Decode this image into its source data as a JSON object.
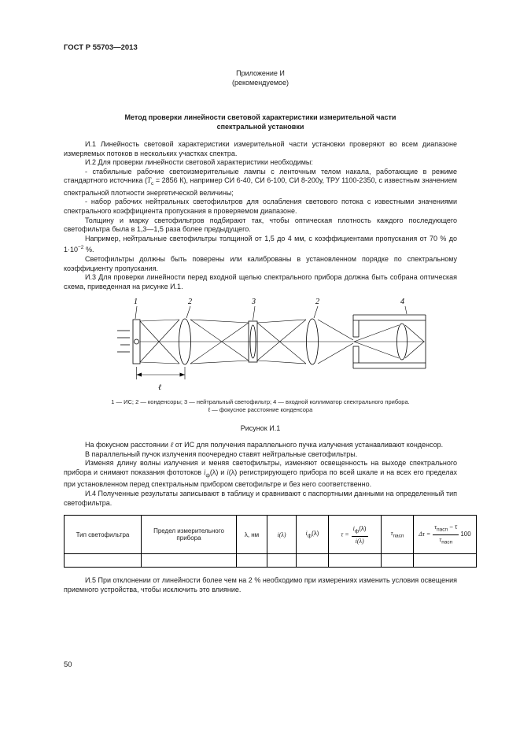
{
  "page": {
    "doc_code": "ГОСТ Р 55703—2013",
    "page_number": "50"
  },
  "appendix": {
    "label": "Приложение И",
    "note": "(рекомендуемое)",
    "title_line1": "Метод проверки линейности световой характеристики измерительной части",
    "title_line2": "спектральной установки"
  },
  "body1": [
    {
      "runs": [
        {
          "t": "И.1 Линейность световой характеристики измерительной части установки проверяют во всем диапазоне измеряемых потоков в нескольких участках спектра."
        }
      ]
    },
    {
      "runs": [
        {
          "t": "И.2 Для проверки линейности световой характеристики необходимы:"
        }
      ]
    },
    {
      "runs": [
        {
          "t": "- стабильные рабочие светоизмерительные лампы с ленточным телом накала, работающие в режиме стандартного источника ("
        },
        {
          "t": "Т",
          "s": "i"
        },
        {
          "t": "с",
          "s": "sub"
        },
        {
          "t": " = 2856 К), например СИ 6-40, СИ 6-100, СИ 8-200у, ТРУ 1100-2350, с известным значением спектральной плотности энергетической величины;"
        }
      ]
    },
    {
      "runs": [
        {
          "t": "- набор рабочих нейтральных светофильтров для ослабления светового потока с известными значениями спектрального коэффициента пропускания в проверяемом диапазоне."
        }
      ]
    },
    {
      "runs": [
        {
          "t": "Толщину и марку светофильтров подбирают так, чтобы оптическая плотность каждого последующего светофильтра была в 1,3—1,5 раза более предыдущего."
        }
      ]
    },
    {
      "runs": [
        {
          "t": "Например, нейтральные светофильтры толщиной от 1,5 до 4 мм, с коэффициентами пропускания от 70 % до 1·10"
        },
        {
          "t": "−2",
          "s": "sup"
        },
        {
          "t": " %."
        }
      ]
    },
    {
      "runs": [
        {
          "t": "Светофильтры должны быть поверены или калиброваны в установленном порядке по спектральному коэффициенту пропускания."
        }
      ]
    },
    {
      "runs": [
        {
          "t": "И.3 Для проверки линейности перед входной щелью спектрального прибора должна быть собрана оптическая схема, приведенная на рисунке И.1."
        }
      ]
    }
  ],
  "figure": {
    "labels": {
      "source": "1",
      "lens_a": "2",
      "filter": "3",
      "lens_b": "2",
      "collimator": "4",
      "dim": "ℓ"
    },
    "caption": "1 — ИС; 2 — конденсоры; 3 — нейтральный светофильтр; 4 — входной коллиматор спектрального прибора.",
    "caption2": "ℓ — фокусное расстояние конденсора",
    "name": "Рисунок И.1"
  },
  "body2": [
    {
      "runs": [
        {
          "t": "На фокусном расстоянии "
        },
        {
          "t": "ℓ",
          "s": "i"
        },
        {
          "t": " от ИС для получения параллельного пучка излучения устанавливают конденсор."
        }
      ]
    },
    {
      "runs": [
        {
          "t": "В параллельный пучок излучения поочередно ставят нейтральные светофильтры."
        }
      ]
    },
    {
      "runs": [
        {
          "t": "Изменяя длину волны излучения и меняя светофильтры, изменяют освещенность на выходе спектрального прибора и снимают показания фототоков "
        },
        {
          "t": "i",
          "s": "i"
        },
        {
          "t": "ф",
          "s": "sub"
        },
        {
          "t": "(λ) и "
        },
        {
          "t": "i",
          "s": "i"
        },
        {
          "t": "(λ) регистрирующего прибора по всей шкале и на всех его пределах при установленном перед спектральным прибором светофильтре и без него соответственно."
        }
      ]
    },
    {
      "runs": [
        {
          "t": "И.4 Полученные результаты записывают в таблицу и сравнивают с паспортными данными на определенный тип светофильтра."
        }
      ]
    }
  ],
  "table": {
    "h_type": "Тип светофильтра",
    "h_limit": "Предел измерительного прибора",
    "h_lambda": "λ, нм",
    "h_i": "i(λ)",
    "h_if": {
      "base": "i",
      "sub": "ф",
      "rest": "(λ)"
    },
    "h_tau": {
      "lhs": "τ = ",
      "num_base": "i",
      "num_sub": "ф",
      "num_rest": "(λ)",
      "den": "i(λ)"
    },
    "h_taupasp": {
      "base": "τ",
      "sub": "пасп"
    },
    "h_dtau": {
      "lhs": "Δτ = ",
      "num_a": "τ",
      "num_a_sub": "пасп",
      "num_b": " − τ",
      "den_a": "τ",
      "den_a_sub": "пасп",
      "mult": "100"
    }
  },
  "body3": [
    {
      "runs": [
        {
          "t": "И.5 При отклонении от линейности более чем на 2 % необходимо при измерениях изменить условия освещения приемного устройства, чтобы исключить это влияние."
        }
      ]
    }
  ]
}
